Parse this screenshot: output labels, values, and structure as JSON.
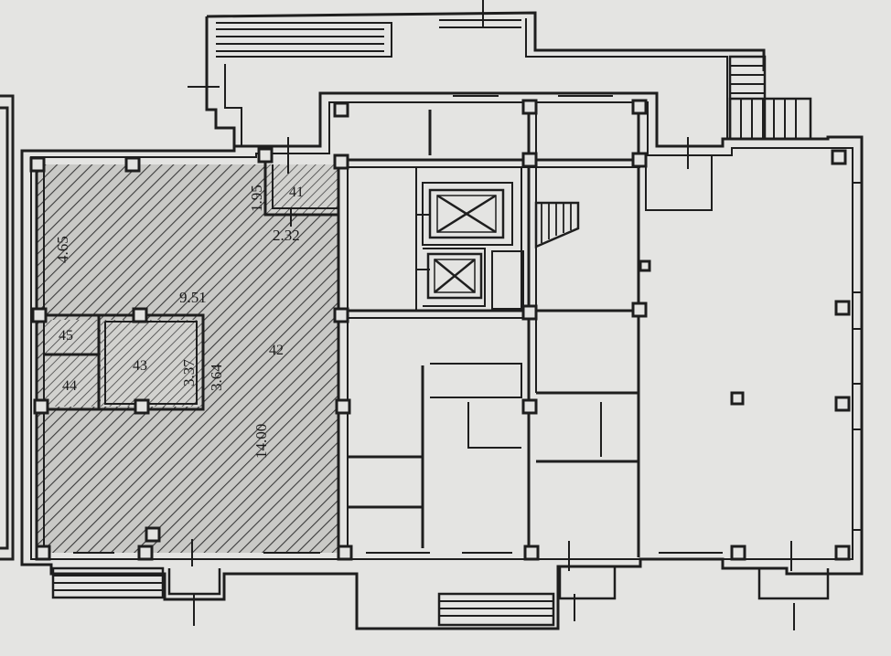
{
  "colors": {
    "background": "#e4e4e2",
    "wall": "#1e1e1e",
    "hatch": "#3a3a3a"
  },
  "rooms": {
    "r41": "41",
    "r42": "42",
    "r43": "43",
    "r44": "44",
    "r45": "45"
  },
  "dimensions": {
    "d_465": "4.65",
    "d_951": "9.51",
    "d_1400": "14.00",
    "d_195": "1.95",
    "d_232": "2.32",
    "d_337": "3.37",
    "d_364": "3.64"
  },
  "icons": [
    "elevator-icon",
    "elevator-icon",
    "staircase-icon"
  ]
}
